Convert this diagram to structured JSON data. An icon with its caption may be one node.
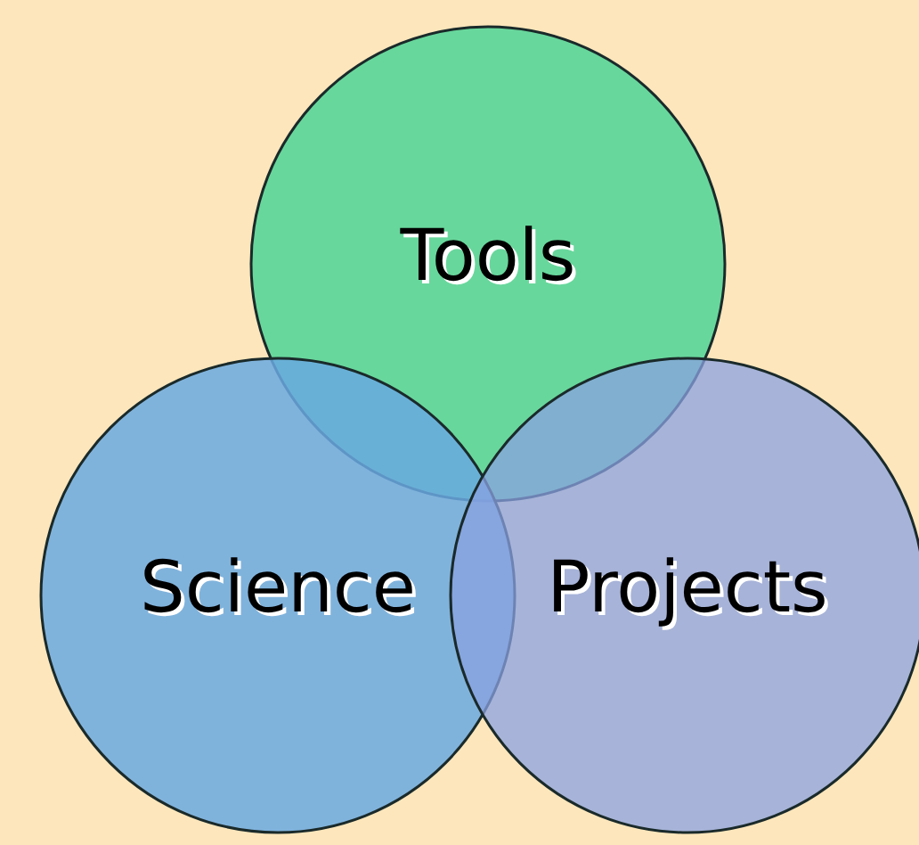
{
  "diagram": {
    "nodes": [
      {
        "text": [
          "Tools"
        ]
      },
      {
        "text": [
          "Science"
        ]
      },
      {
        "text": [
          "Projects"
        ]
      }
    ],
    "edges": []
  }
}
